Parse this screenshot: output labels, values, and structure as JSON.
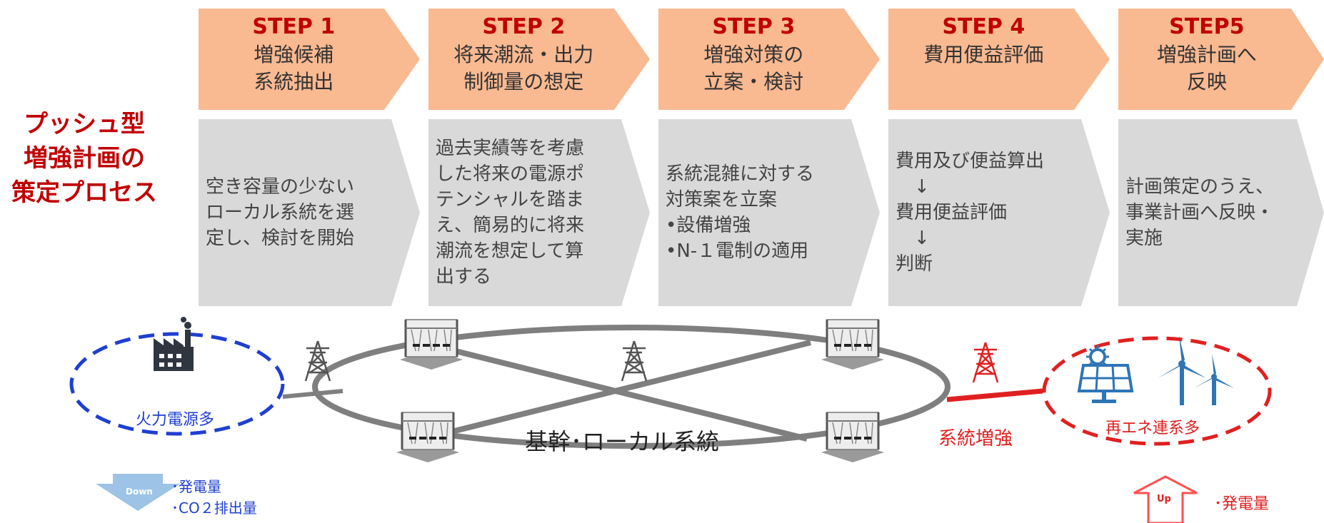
{
  "title": {
    "lines": [
      "プッシュ型",
      "増強計画の",
      "策定プロセス"
    ]
  },
  "steps": [
    {
      "label": "STEP 1",
      "title": [
        "増強候補",
        "系統抽出"
      ],
      "body": [
        "空き容量の少ない",
        "ローカル系統を選",
        "定し、検討を開始"
      ]
    },
    {
      "label": "STEP 2",
      "title": [
        "将来潮流・出力",
        "制御量の想定"
      ],
      "body": [
        "過去実績等を考慮",
        "した将来の電源ポ",
        "テンシャルを踏ま",
        "え、簡易的に将来",
        "潮流を想定して算",
        "出する"
      ]
    },
    {
      "label": "STEP 3",
      "title": [
        "増強対策の",
        "立案・検討"
      ],
      "body": [
        "系統混雑に対する",
        "対策案を立案",
        "•設備増強",
        "•N-１電制の適用"
      ]
    },
    {
      "label": "STEP 4",
      "title": [
        "費用便益評価"
      ],
      "body": [
        "費用及び便益算出",
        "　↓",
        "費用便益評価",
        "　↓",
        "判断"
      ]
    },
    {
      "label": "STEP5",
      "title": [
        "増強計画へ",
        "反映"
      ],
      "body": [
        "計画策定のうえ、",
        "事業計画へ反映・",
        "実施"
      ]
    }
  ],
  "diagram": {
    "thermal_label": "火力電源多",
    "grid_label": "基幹･ローカル系統",
    "reinforce_label": "系統増強",
    "renewable_label": "再エネ連系多",
    "down_arrow_label": "Down",
    "down_items": [
      "･発電量",
      "･CO２排出量"
    ],
    "up_arrow_label": "Up",
    "up_items": [
      "･発電量"
    ]
  },
  "colors": {
    "header_fill": "#f9b991",
    "body_fill": "#d9d9d9",
    "accent_red": "#c00000",
    "thermal_blue": "#1f3fd1",
    "renewable_red": "#e02020",
    "grid_line": "#7f7f7f",
    "arrow_blue": "#9dc3e6",
    "arrow_red": "#ff5050"
  },
  "icons": [
    "factory-icon",
    "transmission-tower-icon",
    "substation-icon",
    "solar-panel-icon",
    "wind-turbine-icon",
    "down-arrow-icon",
    "up-arrow-icon"
  ]
}
